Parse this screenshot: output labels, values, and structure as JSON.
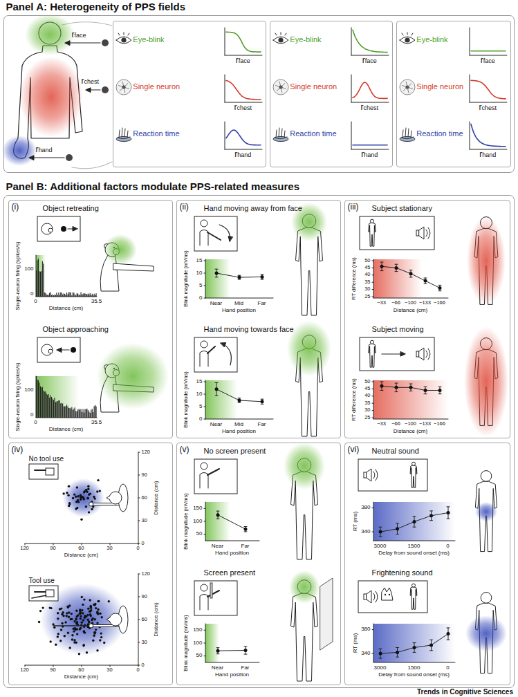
{
  "diagram": {
    "nodes": [
      {
        "text": [
          "Panel A: Heterogeneity of PPS fields",
          "rface",
          "rchest",
          "rhand"
        ]
      },
      {
        "text": [
          "Eye-blink",
          "rface",
          "Single neuron",
          "rchest",
          "Reaction time",
          "rhand"
        ],
        "in": 0
      },
      {
        "text": [
          "Eye-blink",
          "rface",
          "Single neuron",
          "rchest",
          "Reaction time",
          "rhand"
        ],
        "in": 0
      },
      {
        "text": [
          "Eye-blink",
          "rface",
          "Single neuron",
          "rchest",
          "Reaction time",
          "rhand"
        ],
        "in": 0
      },
      {
        "text": [
          "Panel B: Additional factors modulate PPS-related measures"
        ]
      },
      {
        "text": [
          "(i)",
          "Object retreating",
          "Single-neuron firing (spikes/s)",
          "100",
          "0",
          "0",
          "35.5",
          "Distance (cm)",
          "Object approaching",
          "Single-neuron firing (spikes/s)",
          "100",
          "0",
          "0",
          "35.5",
          "Distance (cm)"
        ],
        "in": 4
      },
      {
        "text": [
          "(ii)",
          "Hand moving away from face",
          "Blink magnitude (mVms)",
          "15",
          "10",
          "5",
          "0",
          "Near",
          "Mid",
          "Far",
          "Hand position",
          "Hand moving towards face",
          "Blink magnitude (mVms)",
          "15",
          "10",
          "5",
          "0",
          "Near",
          "Mid",
          "Far",
          "Hand position"
        ],
        "in": 4
      },
      {
        "text": [
          "(iii)",
          "Subject stationary",
          "RT difference (ms)",
          "50",
          "45",
          "40",
          "35",
          "30",
          "25",
          "−33",
          "−66",
          "−100",
          "−133",
          "−166",
          "Distance (cm)",
          "Subject moving",
          "RT difference (ms)",
          "50",
          "45",
          "40",
          "35",
          "30",
          "25",
          "−33",
          "−66",
          "−100",
          "−133",
          "−166",
          "Distance (cm)"
        ],
        "in": 4
      },
      {
        "text": [
          "(iv)",
          "No tool use",
          "120",
          "90",
          "60",
          "30",
          "0",
          "120",
          "90",
          "60",
          "30",
          "0",
          "Distance (cm)",
          "Distance (cm)",
          "Tool use",
          "120",
          "90",
          "60",
          "30",
          "0",
          "120",
          "90",
          "60",
          "30",
          "0",
          "Distance (cm)",
          "Distance (cm)"
        ],
        "in": 4
      },
      {
        "text": [
          "(v)",
          "No screen present",
          "Blink magnitude (mVms)",
          "150",
          "100",
          "50",
          "Near",
          "Far",
          "Hand position",
          "Screen present",
          "Blink magnitude (mVms)",
          "150",
          "100",
          "50",
          "Near",
          "Far",
          "Hand position"
        ],
        "in": 4
      },
      {
        "text": [
          "(vi)",
          "Neutral sound",
          "RT (ms)",
          "380",
          "340",
          "3000",
          "1500",
          "0",
          "Delay from sound onset (ms)",
          "Frightening sound",
          "RT (ms)",
          "380",
          "340",
          "3000",
          "1500",
          "0",
          "Delay from sound onset (ms)"
        ],
        "in": 4
      }
    ],
    "labels": [
      "Trends in Cognitive Sciences"
    ]
  }
}
